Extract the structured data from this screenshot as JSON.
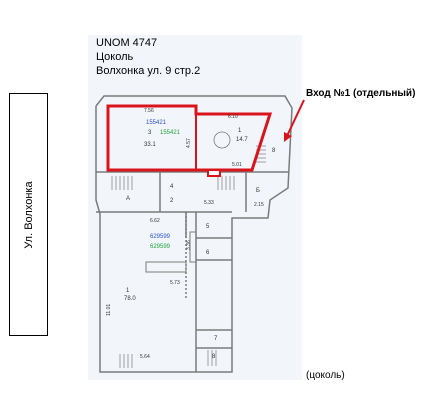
{
  "header": {
    "unom": "UNOM 4747",
    "floor": "Цоколь",
    "address": "Волхонка ул. 9 стр.2"
  },
  "street_label": "Ул. Волхонка",
  "entrance_label": "Вход №1 (отдельный)",
  "basement_label": "(цоколь)",
  "plan": {
    "highlighted_room": {
      "code_blue": "155421",
      "code_green": "155421",
      "room_number": "3",
      "area": "33.1",
      "dim_top": "7.56",
      "dim_side": "4.57"
    },
    "stair_room": {
      "room_number": "1",
      "area": "14.7",
      "dim_top": "6.10",
      "dim_bottom": "5.01"
    },
    "room_a_label": "A",
    "room_b_label": "Б",
    "small_room_4": "4",
    "small_room_2": "2",
    "room_5": "5",
    "room_6": "6",
    "room_7": "7",
    "room_8": "8",
    "corridor_dim_a": "5.33",
    "corridor_dim_b": "2.15",
    "main_hall": {
      "code_blue": "629599",
      "code_green": "629599",
      "room_number": "1",
      "area": "78.0",
      "dim_top": "6.62",
      "dim_mid": "5.73",
      "dim_left": "11.01",
      "dim_bottom": "5.64",
      "dim_vert": "3.36"
    },
    "outside_number": "8"
  },
  "colors": {
    "highlight": "#d9141b",
    "blue_code": "#2a4fd6",
    "green_code": "#1fa33a",
    "wall": "#7a7a7a",
    "arrow": "#d9141b"
  }
}
